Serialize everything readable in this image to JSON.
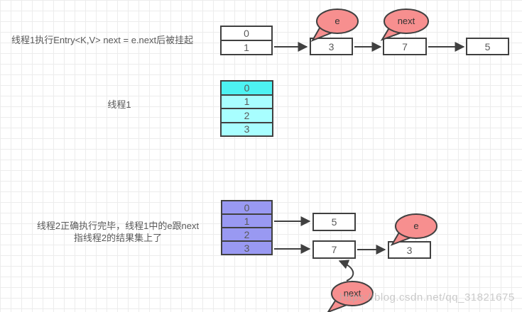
{
  "colors": {
    "bubble_pink": "#f78f8f",
    "cyan_header": "#4df2f2",
    "cyan_body": "#a8feff",
    "purple": "#9999f2",
    "stroke": "#404040"
  },
  "watermark": "https://blog.csdn.net/qq_31821675",
  "top": {
    "caption": "线程1执行Entry<K,V> next = e.next后被挂起",
    "table": [
      "0",
      "1"
    ],
    "nodes": {
      "n3": "3",
      "n7": "7",
      "n5": "5"
    },
    "bubbles": {
      "e": "e",
      "next": "next"
    }
  },
  "middle": {
    "caption": "线程1",
    "table": [
      "0",
      "1",
      "2",
      "3"
    ]
  },
  "bottom": {
    "caption_line1": "线程2正确执行完毕，线程1中的e跟next",
    "caption_line2": "指线程2的结果集上了",
    "table": [
      "0",
      "1",
      "2",
      "3"
    ],
    "nodes": {
      "n5": "5",
      "n7": "7",
      "n3": "3"
    },
    "bubbles": {
      "e": "e",
      "next": "next"
    }
  }
}
